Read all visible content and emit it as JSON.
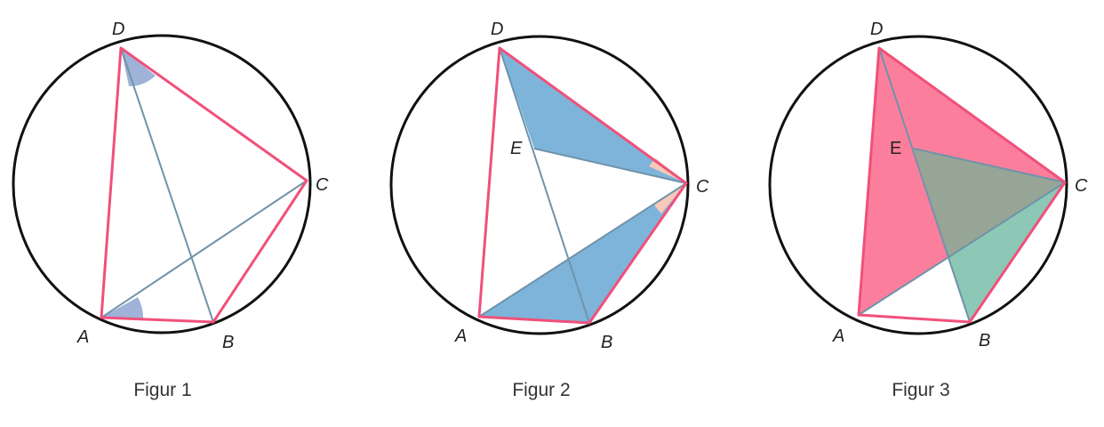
{
  "figures": [
    {
      "caption": "Figur 1",
      "labels": {
        "A": "A",
        "B": "B",
        "C": "C",
        "D": "D"
      }
    },
    {
      "caption": "Figur 2",
      "labels": {
        "A": "A",
        "B": "B",
        "C": "C",
        "D": "D",
        "E": "E"
      }
    },
    {
      "caption": "Figur 3",
      "labels": {
        "A": "A",
        "B": "B",
        "C": "C",
        "D": "D",
        "E": "E"
      }
    }
  ],
  "colors": {
    "circle": "#111111",
    "quadrilateral": "#f0507a",
    "diagonal": "#6f93aa",
    "blue_fill": "#7eb4da",
    "angle_mark": "#9fb3d8",
    "peach_angle": "#f6c9b8",
    "pink_fill": "#fb7f9c",
    "green_fill": "#8dc7b5",
    "overlap_fill": "#97a596"
  }
}
